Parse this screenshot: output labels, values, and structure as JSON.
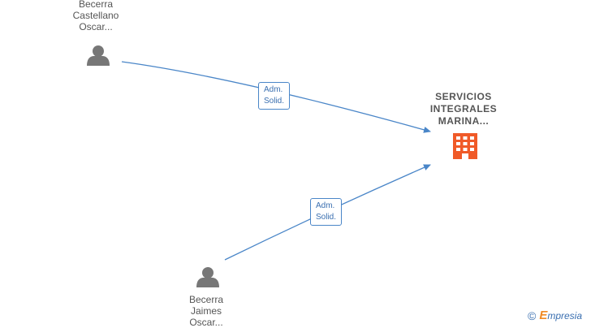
{
  "persons": [
    {
      "name_lines": [
        "Becerra",
        "Castellano",
        "Oscar..."
      ]
    },
    {
      "name_lines": [
        "Becerra",
        "Jaimes",
        "Oscar..."
      ]
    }
  ],
  "company": {
    "name_lines": [
      "SERVICIOS",
      "INTEGRALES",
      "MARINA..."
    ],
    "icon": "building-icon",
    "color": "#f05a28"
  },
  "edges": [
    {
      "label_lines": [
        "Adm.",
        "Solid."
      ],
      "from": "person-1",
      "to": "company"
    },
    {
      "label_lines": [
        "Adm.",
        "Solid."
      ],
      "from": "person-2",
      "to": "company"
    }
  ],
  "colors": {
    "edge": "#4a86c8",
    "person_icon": "#777777",
    "company_icon": "#f05a28"
  },
  "brand": {
    "copyright": "©",
    "initial": "E",
    "rest": "mpresia"
  }
}
